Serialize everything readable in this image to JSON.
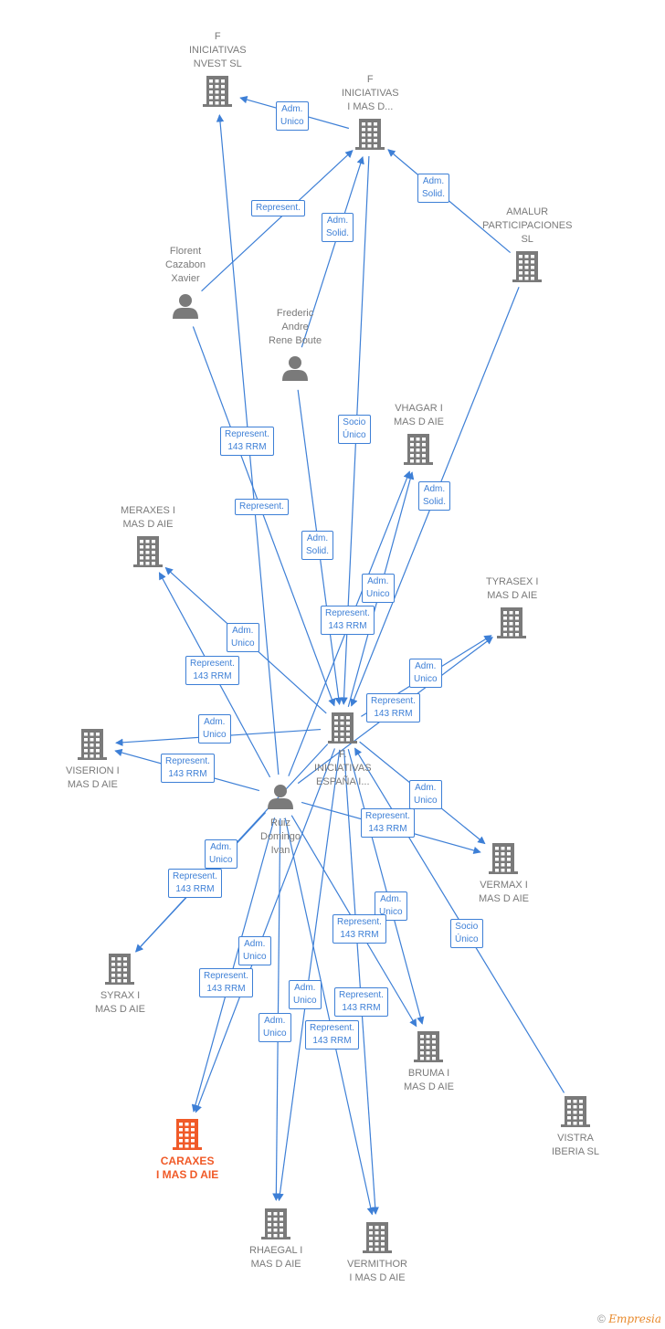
{
  "colors": {
    "edge": "#3d7fd6",
    "node": "#7a7a7a",
    "highlight": "#f05a28"
  },
  "nodes": [
    {
      "id": "finv",
      "type": "company",
      "lines": [
        "F",
        "INICIATIVAS",
        "NVEST  SL"
      ]
    },
    {
      "id": "fimd",
      "type": "company",
      "lines": [
        "F",
        "INICIATIVAS",
        "I MAS D..."
      ]
    },
    {
      "id": "amalur",
      "type": "company",
      "lines": [
        "AMALUR",
        "PARTICIPACIONES",
        "SL"
      ]
    },
    {
      "id": "florent",
      "type": "person",
      "lines": [
        "Florent",
        "Cazabon",
        "Xavier"
      ]
    },
    {
      "id": "frederic",
      "type": "person",
      "lines": [
        "Frederic",
        "Andre",
        "Rene Boute"
      ]
    },
    {
      "id": "vhagar",
      "type": "company",
      "lines": [
        "VHAGAR I",
        "MAS D  AIE"
      ]
    },
    {
      "id": "meraxes",
      "type": "company",
      "lines": [
        "MERAXES I",
        "MAS D  AIE"
      ]
    },
    {
      "id": "tyrasex",
      "type": "company",
      "lines": [
        "TYRASEX I",
        "MAS D  AIE"
      ]
    },
    {
      "id": "fesp",
      "type": "company",
      "lines": [
        "F.",
        "INICIATIVAS",
        "ESPAÑA I..."
      ]
    },
    {
      "id": "viserion",
      "type": "company",
      "lines": [
        "VISERION I",
        "MAS D  AIE"
      ]
    },
    {
      "id": "ruiz",
      "type": "person",
      "lines": [
        "Ruiz",
        "Domingo",
        "Ivan"
      ]
    },
    {
      "id": "vermax",
      "type": "company",
      "lines": [
        "VERMAX I",
        "MAS D  AIE"
      ]
    },
    {
      "id": "syrax",
      "type": "company",
      "lines": [
        "SYRAX I",
        "MAS D  AIE"
      ]
    },
    {
      "id": "bruma",
      "type": "company",
      "lines": [
        "BRUMA I",
        "MAS D  AIE"
      ]
    },
    {
      "id": "vistra",
      "type": "company",
      "lines": [
        "VISTRA",
        "IBERIA  SL"
      ]
    },
    {
      "id": "caraxes",
      "type": "company",
      "highlight": true,
      "lines": [
        "CARAXES",
        "I MAS D  AIE"
      ]
    },
    {
      "id": "rhaegal",
      "type": "company",
      "lines": [
        "RHAEGAL I",
        "MAS D  AIE"
      ]
    },
    {
      "id": "vermithor",
      "type": "company",
      "lines": [
        "VERMITHOR",
        "I MAS D  AIE"
      ]
    }
  ],
  "edges": [
    {
      "from": "fimd",
      "to": "finv",
      "label": [
        "Adm.",
        "Unico"
      ]
    },
    {
      "from": "amalur",
      "to": "fimd",
      "label": [
        "Adm.",
        "Solid."
      ]
    },
    {
      "from": "florent",
      "to": "fimd",
      "label": [
        "Represent."
      ]
    },
    {
      "from": "frederic",
      "to": "fimd",
      "label": [
        "Adm.",
        "Solid."
      ]
    },
    {
      "from": "ruiz",
      "to": "finv",
      "label": [
        "Represent.",
        "143 RRM"
      ]
    },
    {
      "from": "fimd",
      "to": "fesp",
      "label": [
        "Socio",
        "Único"
      ]
    },
    {
      "from": "florent",
      "to": "fesp",
      "label": [
        "Represent."
      ]
    },
    {
      "from": "frederic",
      "to": "fesp",
      "label": [
        "Adm.",
        "Solid."
      ]
    },
    {
      "from": "amalur",
      "to": "fesp",
      "label": [
        "Adm.",
        "Solid."
      ]
    },
    {
      "from": "fesp",
      "to": "vhagar",
      "label": [
        "Adm.",
        "Unico"
      ]
    },
    {
      "from": "ruiz",
      "to": "vhagar",
      "label": [
        "Represent.",
        "143 RRM"
      ]
    },
    {
      "from": "fesp",
      "to": "meraxes",
      "label": [
        "Adm.",
        "Unico"
      ]
    },
    {
      "from": "ruiz",
      "to": "meraxes",
      "label": [
        "Represent.",
        "143 RRM"
      ]
    },
    {
      "from": "fesp",
      "to": "tyrasex",
      "label": [
        "Adm.",
        "Unico"
      ]
    },
    {
      "from": "ruiz",
      "to": "tyrasex",
      "label": [
        "Represent.",
        "143 RRM"
      ]
    },
    {
      "from": "fesp",
      "to": "viserion",
      "label": [
        "Adm.",
        "Unico"
      ]
    },
    {
      "from": "ruiz",
      "to": "viserion",
      "label": [
        "Represent.",
        "143 RRM"
      ]
    },
    {
      "from": "fesp",
      "to": "vermax",
      "label": [
        "Adm.",
        "Unico"
      ]
    },
    {
      "from": "ruiz",
      "to": "vermax",
      "label": [
        "Represent.",
        "143 RRM"
      ]
    },
    {
      "from": "fesp",
      "to": "syrax",
      "label": [
        "Adm.",
        "Unico"
      ]
    },
    {
      "from": "ruiz",
      "to": "syrax",
      "label": [
        "Represent.",
        "143 RRM"
      ]
    },
    {
      "from": "fesp",
      "to": "bruma",
      "label": [
        "Adm.",
        "Unico"
      ]
    },
    {
      "from": "ruiz",
      "to": "bruma",
      "label": [
        "Represent.",
        "143 RRM"
      ]
    },
    {
      "from": "vistra",
      "to": "fesp",
      "label": [
        "Socio",
        "Único"
      ]
    },
    {
      "from": "fesp",
      "to": "caraxes",
      "label": [
        "Adm.",
        "Unico"
      ]
    },
    {
      "from": "ruiz",
      "to": "caraxes",
      "label": [
        "Represent.",
        "143 RRM"
      ]
    },
    {
      "from": "fesp",
      "to": "rhaegal",
      "label": [
        "Adm.",
        "Unico"
      ]
    },
    {
      "from": "ruiz",
      "to": "rhaegal",
      "label": [
        "Represent.",
        "143 RRM"
      ]
    },
    {
      "from": "fesp",
      "to": "vermithor",
      "label": [
        "Adm.",
        "Unico"
      ]
    },
    {
      "from": "ruiz",
      "to": "vermithor",
      "label": [
        "Represent.",
        "143 RRM"
      ]
    }
  ],
  "footer": {
    "copyright": "©",
    "brand": "Empresia"
  }
}
